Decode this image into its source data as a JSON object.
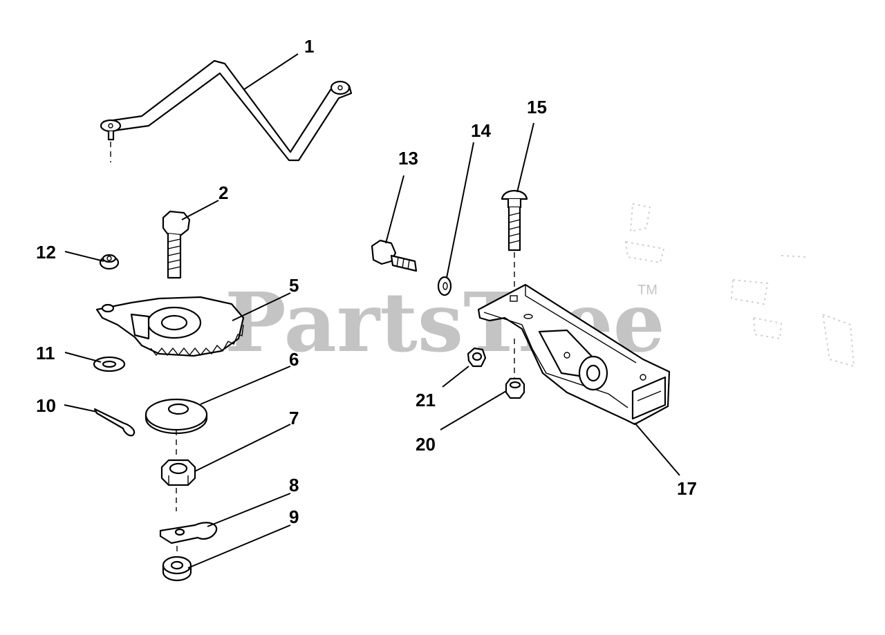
{
  "watermark": {
    "text": "PartsTree",
    "mark": "TM"
  },
  "callouts": [
    {
      "id": "p1",
      "label": "1"
    },
    {
      "id": "p2",
      "label": "2"
    },
    {
      "id": "p5",
      "label": "5"
    },
    {
      "id": "p6",
      "label": "6"
    },
    {
      "id": "p7",
      "label": "7"
    },
    {
      "id": "p8",
      "label": "8"
    },
    {
      "id": "p9",
      "label": "9"
    },
    {
      "id": "p10",
      "label": "10"
    },
    {
      "id": "p11",
      "label": "11"
    },
    {
      "id": "p12",
      "label": "12"
    },
    {
      "id": "p13",
      "label": "13"
    },
    {
      "id": "p14",
      "label": "14"
    },
    {
      "id": "p15",
      "label": "15"
    },
    {
      "id": "p17",
      "label": "17"
    },
    {
      "id": "p20",
      "label": "20"
    },
    {
      "id": "p21",
      "label": "21"
    }
  ],
  "parts": [
    {
      "callout": "1",
      "icon": "steering-drag-link-icon"
    },
    {
      "callout": "2",
      "icon": "hex-bolt-icon"
    },
    {
      "callout": "5",
      "icon": "sector-gear-icon"
    },
    {
      "callout": "6",
      "icon": "flat-washer-large-icon"
    },
    {
      "callout": "7",
      "icon": "hex-nut-icon"
    },
    {
      "callout": "8",
      "icon": "bent-clip-icon"
    },
    {
      "callout": "9",
      "icon": "spacer-bushing-icon"
    },
    {
      "callout": "10",
      "icon": "cotter-pin-icon"
    },
    {
      "callout": "11",
      "icon": "small-washer-icon"
    },
    {
      "callout": "12",
      "icon": "flange-nut-icon"
    },
    {
      "callout": "13",
      "icon": "hex-flange-bolt-icon"
    },
    {
      "callout": "14",
      "icon": "lock-washer-icon"
    },
    {
      "callout": "15",
      "icon": "carriage-bolt-icon"
    },
    {
      "callout": "17",
      "icon": "steering-bracket-icon"
    },
    {
      "callout": "20",
      "icon": "hex-nut-icon"
    },
    {
      "callout": "21",
      "icon": "hex-nut-icon"
    }
  ]
}
